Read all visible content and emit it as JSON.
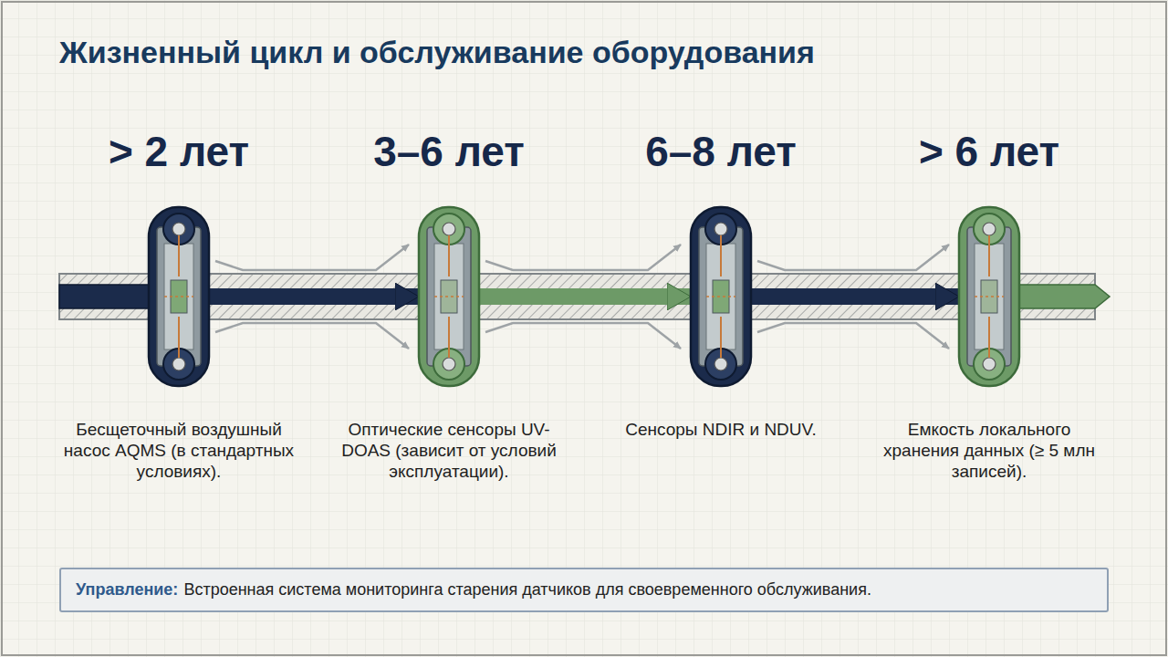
{
  "diagram": {
    "title": "Жизненный цикл и обслуживание оборудования",
    "nodes": [
      {
        "text": [
          "> 2 лет",
          "Бесщеточный воздушный насос AQMS (в стандартных условиях)."
        ]
      },
      {
        "text": [
          "3–6 лет",
          "Оптические сенсоры UV-DOAS (зависит от условий эксплуатации)."
        ]
      },
      {
        "text": [
          "6–8 лет",
          "Сенсоры NDIR и NDUV."
        ]
      },
      {
        "text": [
          "> 6 лет",
          "Емкость локального хранения данных (≥ 5 млн записей)."
        ]
      },
      {
        "text": [
          "Управление:",
          "Встроенная система мониторинга старения датчиков для своевременного обслуживания."
        ]
      }
    ],
    "edges": [
      {
        "from": 0,
        "to": 1,
        "arrow": "to"
      },
      {
        "from": 1,
        "to": 2,
        "arrow": "to"
      },
      {
        "from": 2,
        "to": 3,
        "arrow": "to"
      }
    ]
  }
}
